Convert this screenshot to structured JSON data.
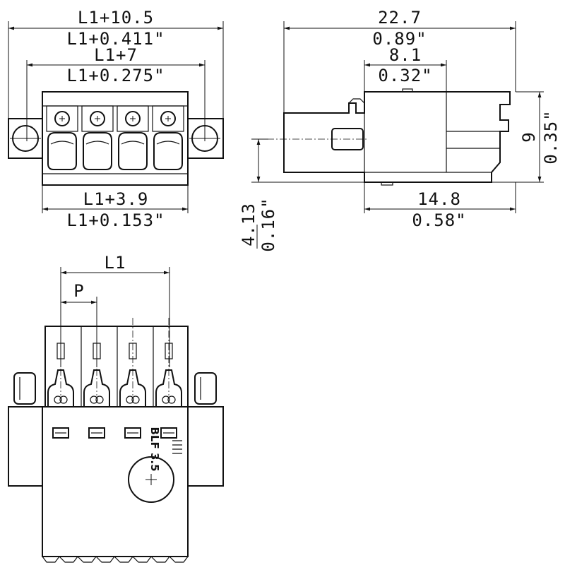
{
  "front_view": {
    "dims": {
      "overall_mm": "L1+10.5",
      "overall_in": "L1+0.411\"",
      "mount_mm": "L1+7",
      "mount_in": "L1+0.275\"",
      "base_mm": "L1+3.9",
      "base_in": "L1+0.153\""
    }
  },
  "side_view": {
    "dims": {
      "length_mm": "22.7",
      "length_in": "0.89\"",
      "top_mm": "8.1",
      "top_in": "0.32\"",
      "height_mm": "9",
      "height_in": "0.35\"",
      "bottom_mm": "14.8",
      "bottom_in": "0.58\"",
      "offset_mm": "4.13",
      "offset_in": "0.16\""
    }
  },
  "bottom_view": {
    "dims": {
      "pitch_total": "L1",
      "pitch": "P"
    },
    "marking": "BLF 3.5"
  }
}
